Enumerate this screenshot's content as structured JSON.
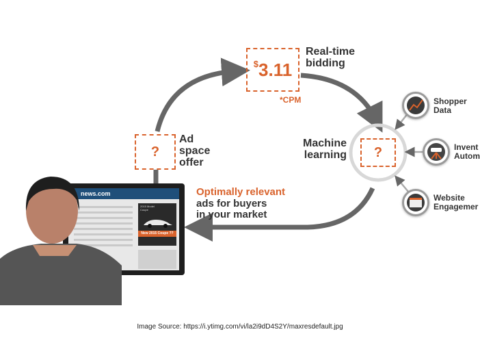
{
  "bid": {
    "currency_symbol": "$",
    "amount": "3.11",
    "unit": "*CPM",
    "label_line1": "Real-time",
    "label_line2": "bidding"
  },
  "ad_offer": {
    "symbol": "?",
    "line1": "Ad",
    "line2": "space",
    "line3": "offer"
  },
  "machine_learning": {
    "symbol": "?",
    "line1": "Machine",
    "line2": "learning"
  },
  "inputs": [
    {
      "line1": "Shopper",
      "line2": "Data",
      "icon": "shopper-data-icon"
    },
    {
      "line1": "Invent",
      "line2": "Autom",
      "icon": "inventory-automation-icon"
    },
    {
      "line1": "Website",
      "line2": "Engagemer",
      "icon": "website-engagement-icon"
    }
  ],
  "result": {
    "line1": "Optimally relevant",
    "line2": "ads for buyers",
    "line3": "in your market"
  },
  "laptop_screen": {
    "site_name": "news.com",
    "ad_title_line1": "2015 Model",
    "ad_title_line2": "Coupe",
    "ad_banner": "New 2015 Coupe ??"
  },
  "source": "Image Source: https://i.ytimg.com/vi/la2i9dD4S2Y/maxresdefault.jpg",
  "colors": {
    "accent": "#d9622b",
    "arrow": "#666666",
    "text": "#333333",
    "screen_header": "#1f4f7a"
  }
}
